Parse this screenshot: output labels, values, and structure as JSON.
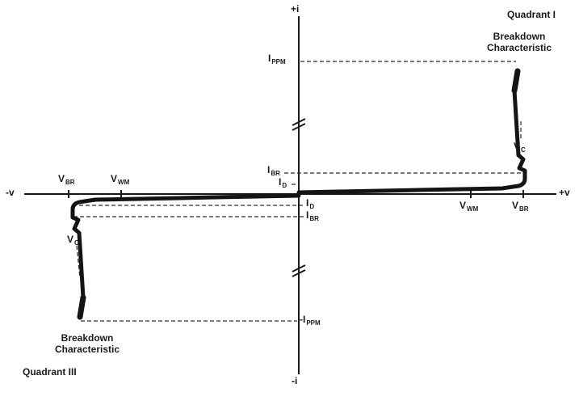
{
  "colors": {
    "line": "#1a1a1a",
    "background": "#ffffff"
  },
  "axis": {
    "top": "+i",
    "bottom": "-i",
    "left": "-v",
    "right": "+v"
  },
  "quadrants": {
    "q1": "Quadrant I",
    "q3": "Quadrant III"
  },
  "breakdown_label": "Breakdown Characteristic",
  "labels": {
    "ippm": {
      "main": "I",
      "sub": "PPM"
    },
    "neg_ippm": {
      "main": "-I",
      "sub": "PPM"
    },
    "ibr": {
      "main": "I",
      "sub": "BR"
    },
    "id": {
      "main": "I",
      "sub": "D"
    },
    "vc": {
      "main": "V",
      "sub": "C"
    },
    "vwm": {
      "main": "V",
      "sub": "WM"
    },
    "vbr": {
      "main": "V",
      "sub": "BR"
    }
  }
}
